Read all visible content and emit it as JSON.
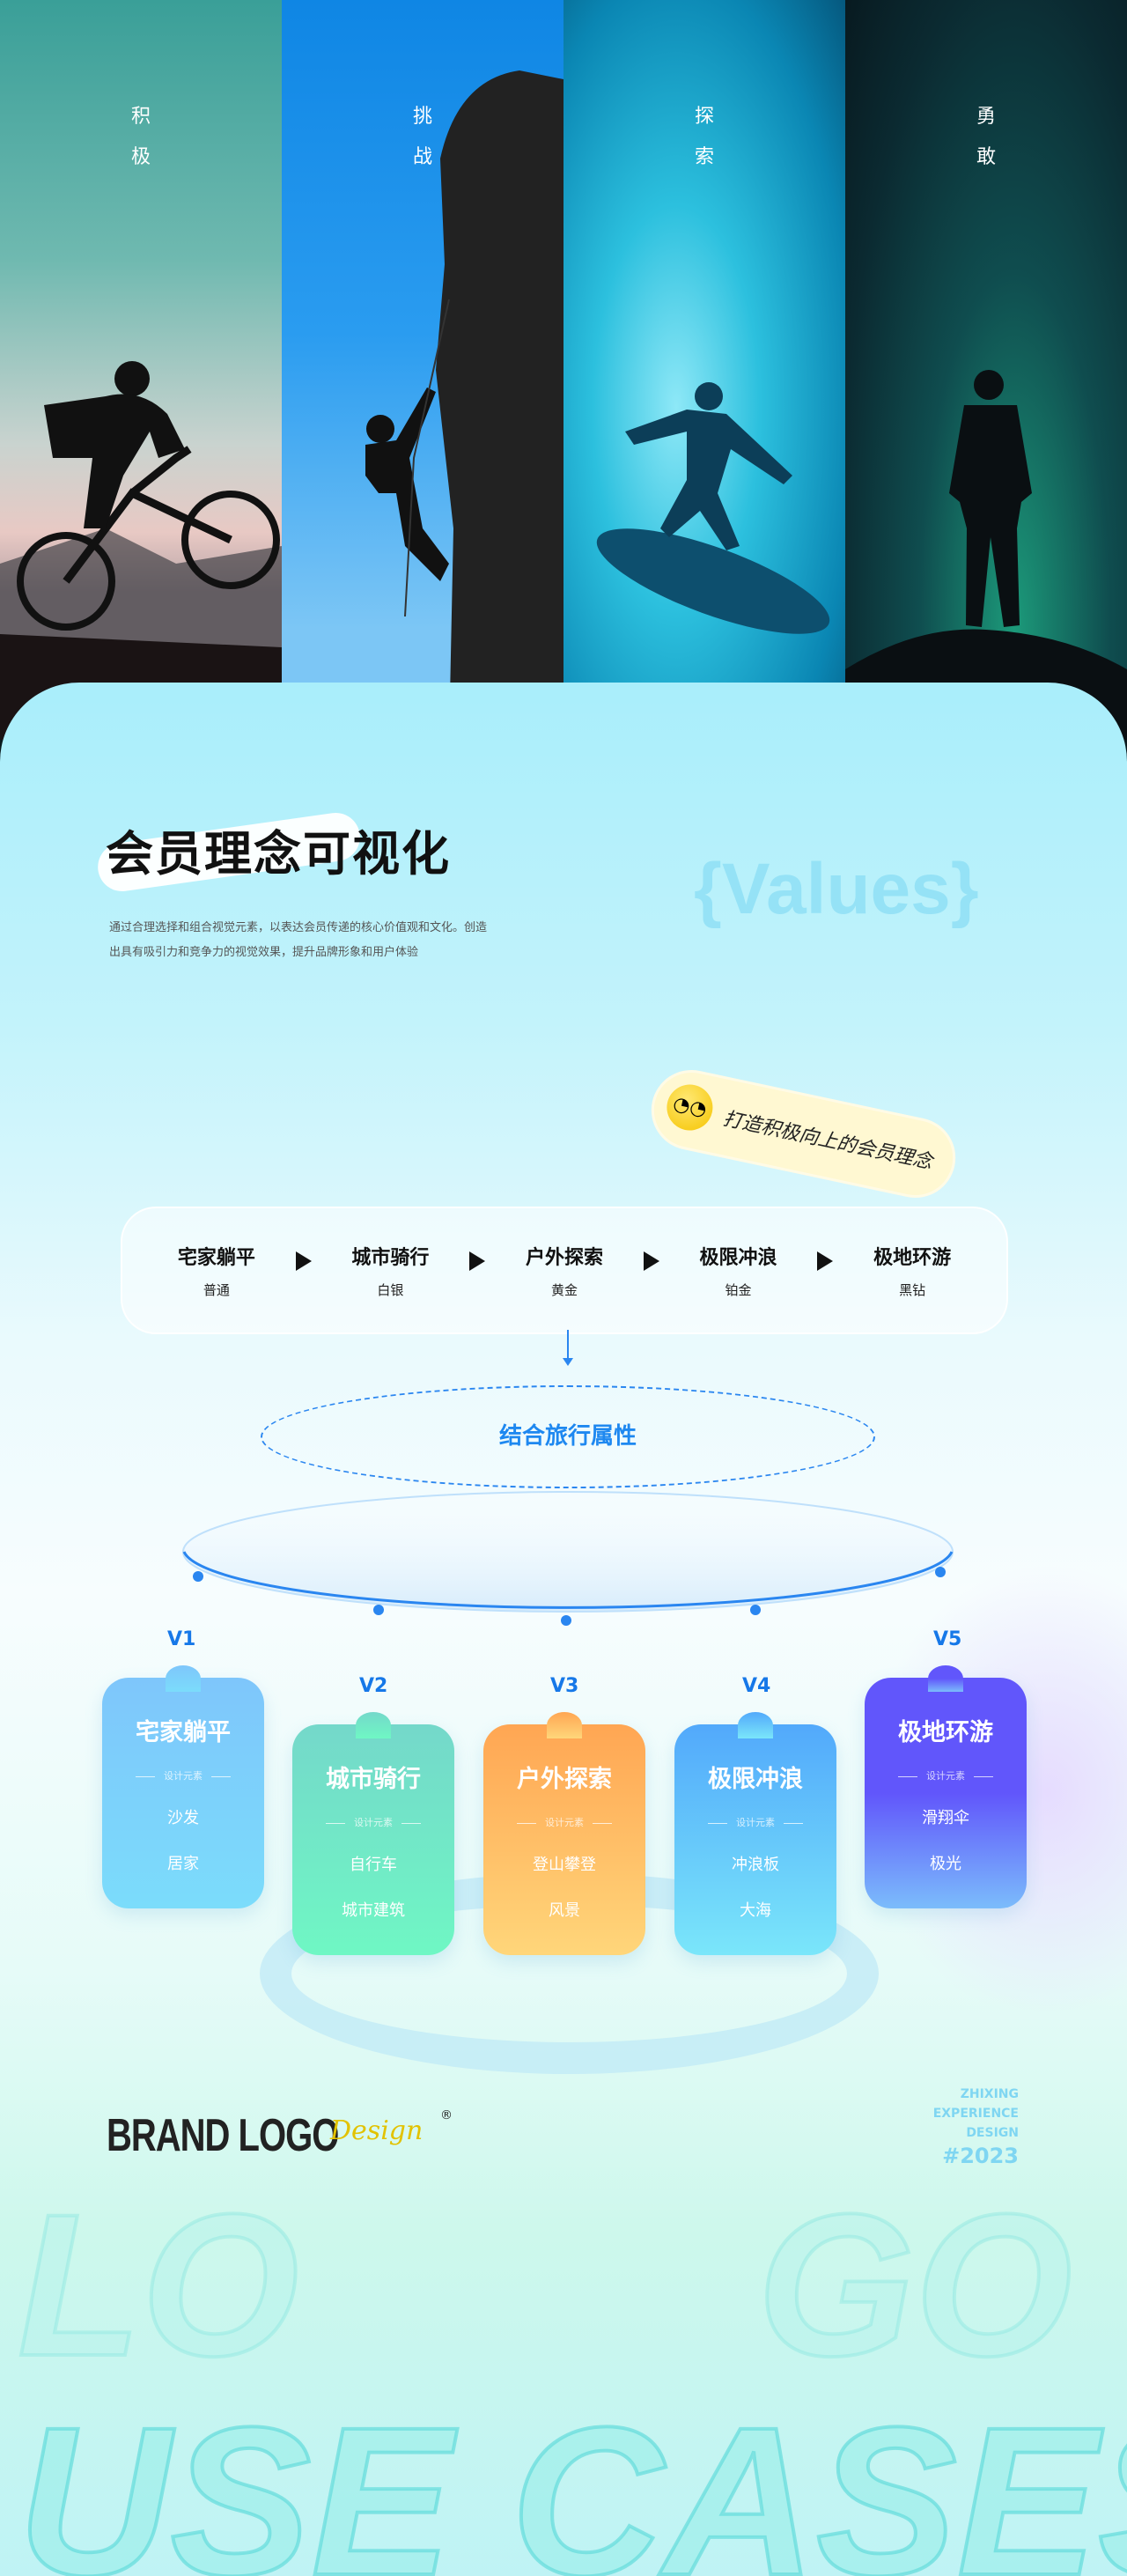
{
  "hero": {
    "panels": [
      {
        "label": [
          "积",
          "极"
        ],
        "icon": "cyclist-silhouette"
      },
      {
        "label": [
          "挑",
          "战"
        ],
        "icon": "climber-silhouette"
      },
      {
        "label": [
          "探",
          "索"
        ],
        "icon": "surfer-silhouette"
      },
      {
        "label": [
          "勇",
          "敢"
        ],
        "icon": "hiker-silhouette"
      }
    ]
  },
  "header": {
    "title": "会员理念可视化",
    "watermark": "{Values}",
    "description": "通过合理选择和组合视觉元素，以表达会员传递的核心价值观和文化。创造出具有吸引力和竞争力的视觉效果，提升品牌形象和用户体验"
  },
  "badge": {
    "text": "打造积极向上的会员理念",
    "icon": "thinking-emoji"
  },
  "flow": {
    "steps": [
      {
        "name": "宅家躺平",
        "tier": "普通"
      },
      {
        "name": "城市骑行",
        "tier": "白银"
      },
      {
        "name": "户外探索",
        "tier": "黄金"
      },
      {
        "name": "极限冲浪",
        "tier": "铂金"
      },
      {
        "name": "极地环游",
        "tier": "黑钻"
      }
    ]
  },
  "combine_label": "结合旅行属性",
  "cards": [
    {
      "version": "V1",
      "name": "宅家躺平",
      "tag": "设计元素",
      "items": [
        "沙发",
        "居家"
      ],
      "gradient": [
        "#7ec6fb",
        "#7bdcfb"
      ]
    },
    {
      "version": "V2",
      "name": "城市骑行",
      "tag": "设计元素",
      "items": [
        "自行车",
        "城市建筑"
      ],
      "gradient": [
        "#74d8ca",
        "#6ff7c4"
      ]
    },
    {
      "version": "V3",
      "name": "户外探索",
      "tag": "设计元素",
      "items": [
        "登山攀登",
        "风景"
      ],
      "gradient": [
        "#ffa653",
        "#ffd67a"
      ]
    },
    {
      "version": "V4",
      "name": "极限冲浪",
      "tag": "设计元素",
      "items": [
        "冲浪板",
        "大海"
      ],
      "gradient": [
        "#52a9fb",
        "#7ae6fa"
      ]
    },
    {
      "version": "V5",
      "name": "极地环游",
      "tag": "设计元素",
      "items": [
        "滑翔伞",
        "极光"
      ],
      "gradient": [
        "#6156fb",
        "#7bbcfb"
      ]
    }
  ],
  "footer": {
    "brand": "BRAND LOGO",
    "brand_script": "Design",
    "registered": "®",
    "studio": [
      "ZHIXING",
      "EXPERIENCE",
      "DESIGN"
    ],
    "year": "#2023",
    "bg_text": "USE CASES",
    "bg_text_top": [
      "LO",
      "GO"
    ]
  },
  "colors": {
    "accent": "#1e88f0",
    "version_label": "#1678e8"
  }
}
